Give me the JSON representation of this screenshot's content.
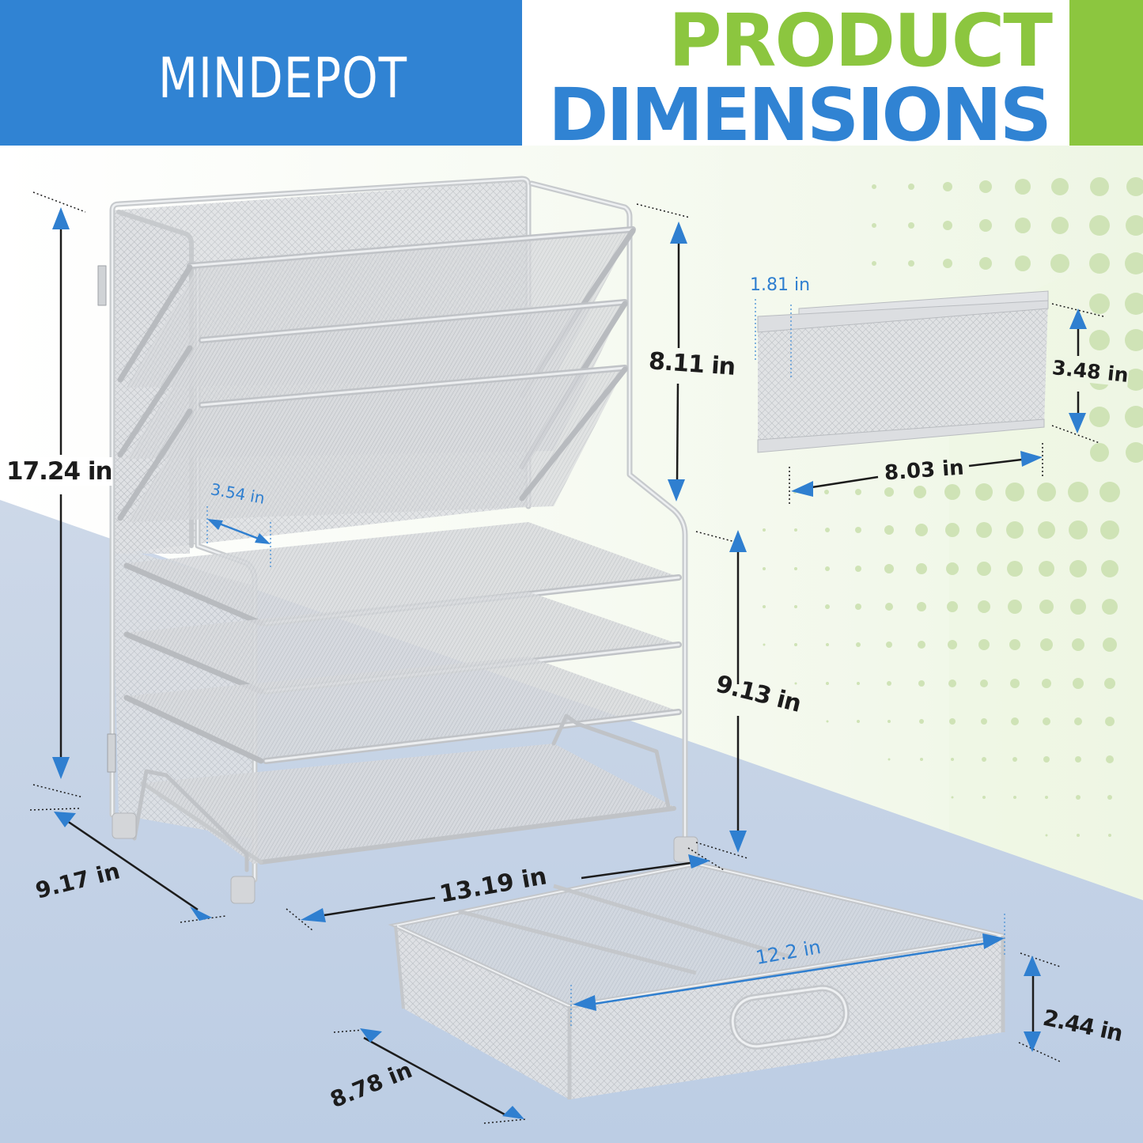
{
  "header": {
    "brand": "MINDEPOT",
    "title_line1": "PRODUCT",
    "title_line2": "DIMENSIONS"
  },
  "colors": {
    "brand_blue": "#3083d3",
    "accent_green": "#8cc63f",
    "floor": "#c3d2e6",
    "wall": "#f4f9ee",
    "dot_green": "#cfe3b6",
    "arrow_blue": "#2f7fd0",
    "text_dark": "#1c1c1c"
  },
  "main_organizer": {
    "height": "17.24 in",
    "upper_section_height": "8.11 in",
    "lower_section_height": "9.13 in",
    "depth": "9.17 in",
    "width": "13.19 in",
    "slot_gap": "3.54 in"
  },
  "hanging_basket": {
    "depth": "1.81 in",
    "height": "3.48 in",
    "width": "8.03 in"
  },
  "drawer": {
    "inner_width": "12.2 in",
    "height": "2.44 in",
    "depth": "8.78 in"
  }
}
